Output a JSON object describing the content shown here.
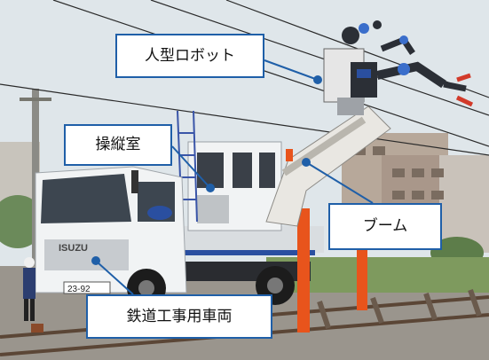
{
  "callouts": {
    "robot": "人型ロボット",
    "cabin": "操縦室",
    "boom": "ブーム",
    "vehicle": "鉄道工事用車両"
  },
  "vehicle_marks": {
    "brand": "ISUZU",
    "plate": "23-92"
  },
  "colors": {
    "callout_border": "#1f5fa8",
    "leader_dot": "#1f5fa8",
    "sky": "#dfe6ea",
    "truck_body": "#f1f3f4",
    "boom_orange": "#e8541c"
  }
}
